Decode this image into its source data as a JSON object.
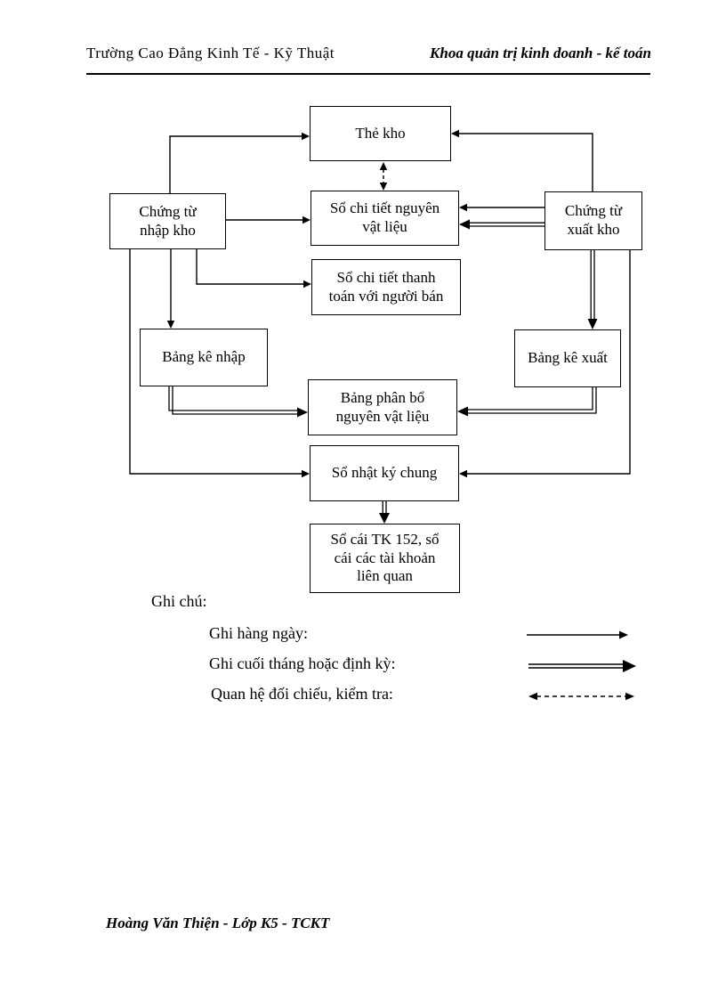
{
  "header": {
    "school": "Trường Cao Đẳng Kinh Tế - Kỹ Thuật",
    "department": "Khoa quản trị kinh doanh - kế toán"
  },
  "diagram": {
    "boxes": {
      "the_kho": {
        "label": "Thẻ kho"
      },
      "chung_tu_nhap_kho": {
        "label": "Chứng từ\nnhập kho"
      },
      "so_chi_tiet_nvl": {
        "label": "Sổ chi tiết nguyên\nvật liệu"
      },
      "chung_tu_xuat_kho": {
        "label": "Chứng từ\nxuất kho"
      },
      "so_chi_tiet_thanh_toan": {
        "label": "Sổ chi tiết thanh\ntoán với người bán"
      },
      "bang_ke_nhap": {
        "label": "Bảng kê nhập"
      },
      "bang_ke_xuat": {
        "label": "Bảng kê xuất"
      },
      "bang_phan_bo": {
        "label": "Bảng phân bổ\nnguyên vật liệu"
      },
      "so_nhat_ky_chung": {
        "label": "Sổ nhật ký chung"
      },
      "so_cai": {
        "label": "Sổ cái TK 152, sổ\ncái các tài khoản\nliên quan"
      }
    },
    "legend": {
      "title": "Ghi chú:",
      "items": [
        {
          "label": "Ghi hàng ngày:",
          "style": "solid-single-arrow"
        },
        {
          "label": "Ghi cuối tháng hoặc định kỳ:",
          "style": "solid-double-line-arrow"
        },
        {
          "label": "Quan hệ đối chiếu, kiểm tra:",
          "style": "dashed-double-headed-arrow"
        }
      ]
    },
    "colors": {
      "ink": "#000000",
      "paper": "#ffffff"
    }
  },
  "footer": {
    "author_line": "Hoàng Văn Thiện  - Lớp K5 - TCKT"
  }
}
